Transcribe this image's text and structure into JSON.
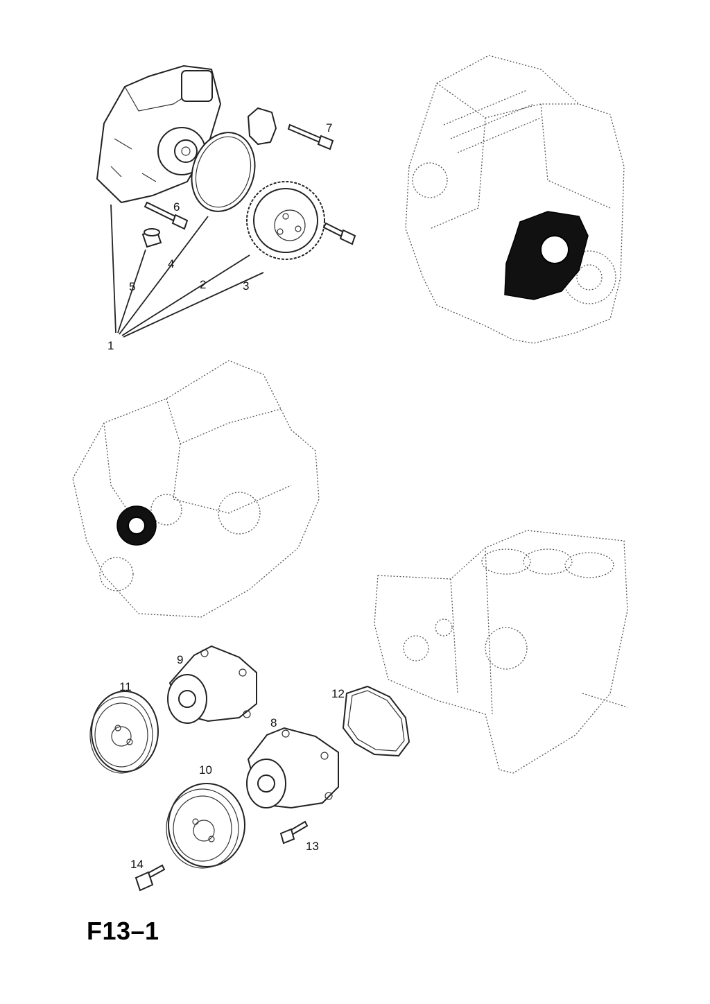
{
  "figure_code": "F13–1",
  "callouts": [
    {
      "id": "1",
      "label": "1"
    },
    {
      "id": "2",
      "label": "2"
    },
    {
      "id": "3",
      "label": "3"
    },
    {
      "id": "4",
      "label": "4"
    },
    {
      "id": "5",
      "label": "5"
    },
    {
      "id": "6",
      "label": "6"
    },
    {
      "id": "7",
      "label": "7"
    },
    {
      "id": "8",
      "label": "8"
    },
    {
      "id": "9",
      "label": "9"
    },
    {
      "id": "10",
      "label": "10"
    },
    {
      "id": "11",
      "label": "11"
    },
    {
      "id": "12",
      "label": "12"
    },
    {
      "id": "13",
      "label": "13"
    },
    {
      "id": "14",
      "label": "14"
    }
  ]
}
